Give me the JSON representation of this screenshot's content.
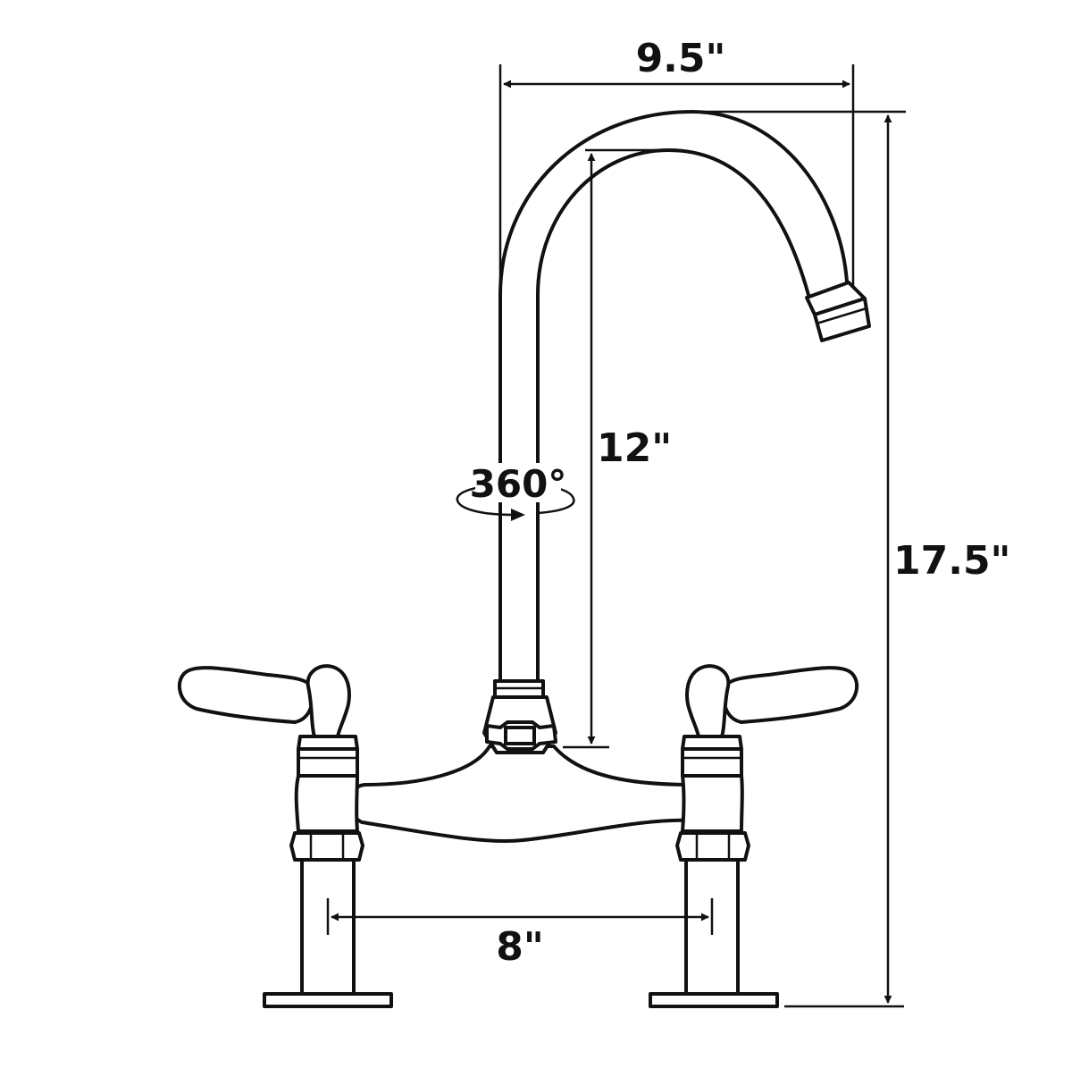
{
  "dimensions": {
    "spout_reach": "9.5\"",
    "spout_height": "12\"",
    "overall_height": "17.5\"",
    "center_spread": "8\"",
    "rotation": "360°"
  },
  "colors": {
    "line": "#111111",
    "background": "#ffffff"
  }
}
